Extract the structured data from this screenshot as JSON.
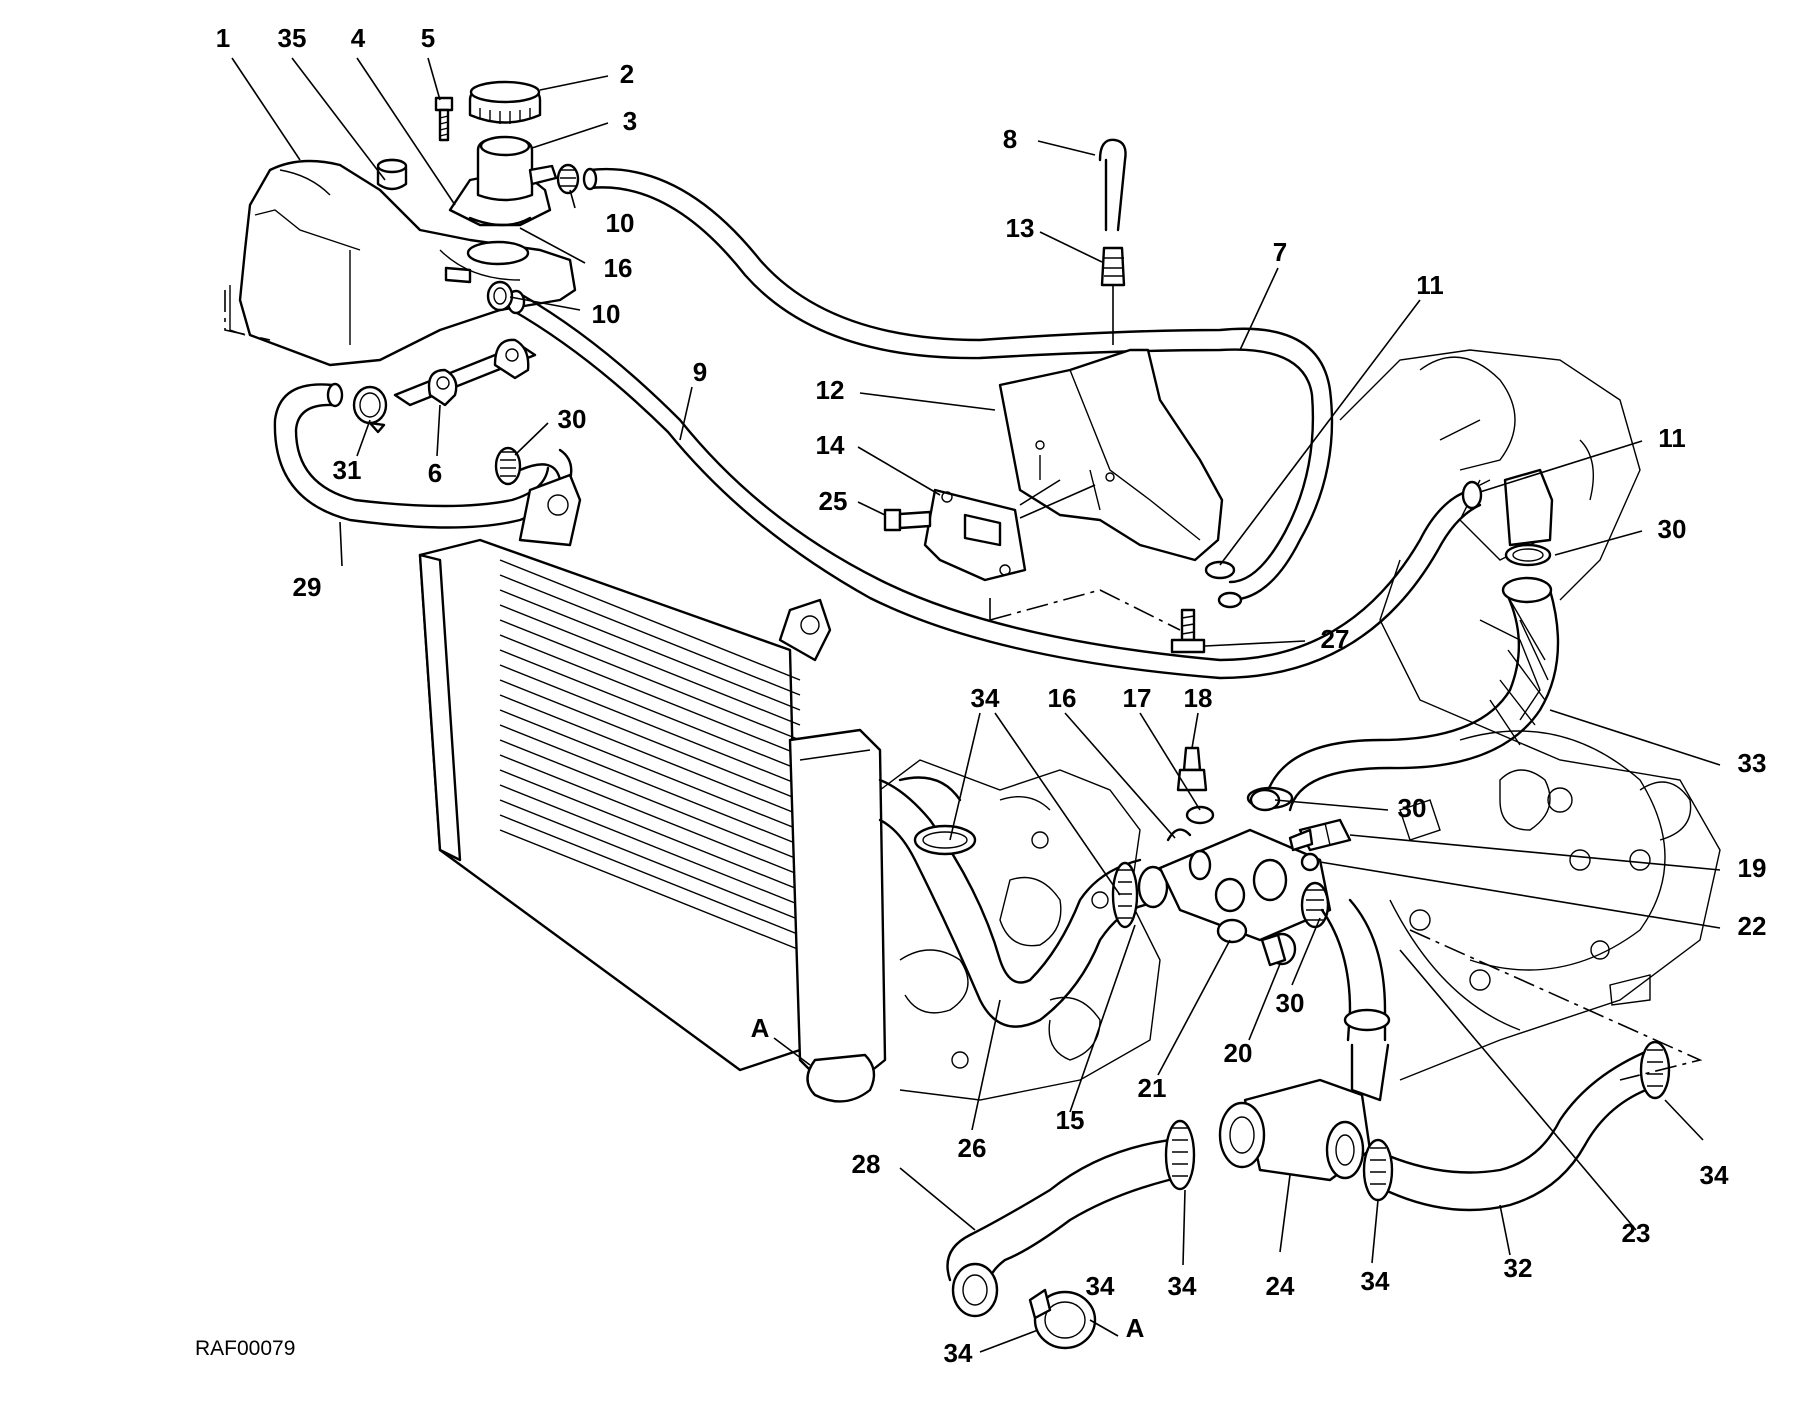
{
  "callouts": [
    "1",
    "35",
    "4",
    "5",
    "2",
    "3",
    "10",
    "16",
    "10",
    "8",
    "13",
    "7",
    "11",
    "12",
    "14",
    "25",
    "9",
    "31",
    "6",
    "30",
    "29",
    "11",
    "30",
    "27",
    "34",
    "16",
    "17",
    "18",
    "33",
    "30",
    "19",
    "22",
    "30",
    "20",
    "21",
    "15",
    "A",
    "26",
    "28",
    "24",
    "34",
    "34",
    "34",
    "32",
    "23",
    "34",
    "A",
    "34"
  ],
  "reference_code": "RAF00079"
}
